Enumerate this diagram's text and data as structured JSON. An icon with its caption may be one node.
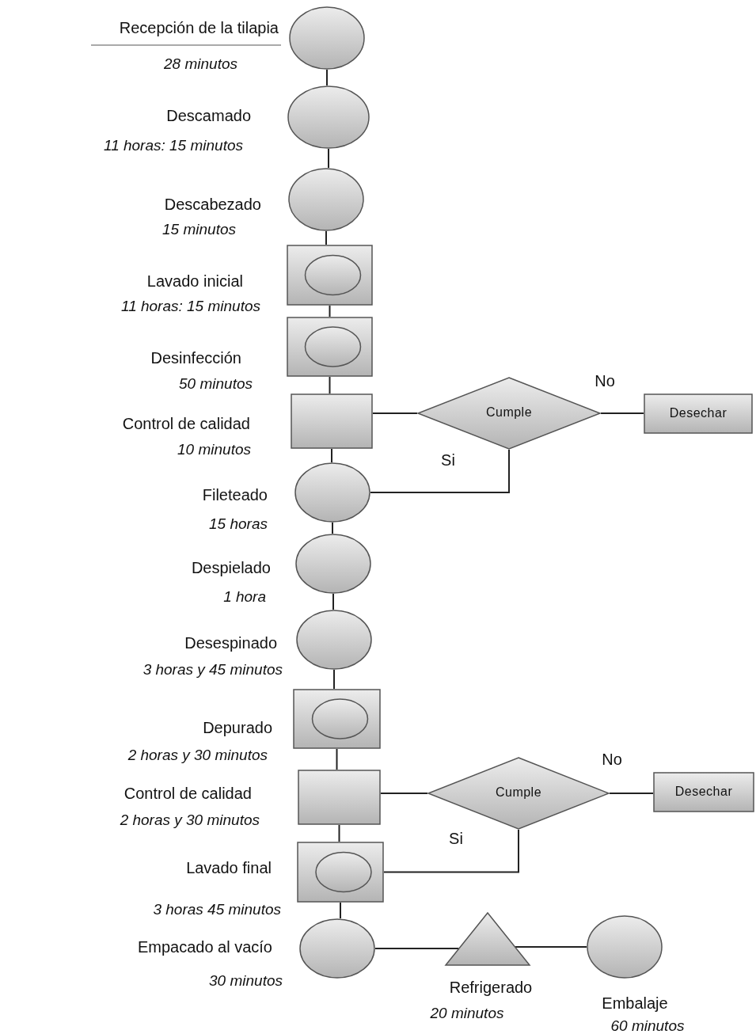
{
  "diagram": {
    "nodes": [
      {
        "text": [
          "Recepción de la tilapia"
        ],
        "beside": [
          "28 minutos"
        ]
      },
      {
        "text": [
          "Descamado"
        ],
        "beside": [
          "11 horas: 15 minutos"
        ]
      },
      {
        "text": [
          "Descabezado"
        ],
        "beside": [
          "15 minutos"
        ]
      },
      {
        "text": [
          "Lavado inicial"
        ],
        "beside": [
          "11 horas: 15 minutos"
        ]
      },
      {
        "text": [
          "Desinfección"
        ],
        "beside": [
          "50 minutos"
        ]
      },
      {
        "text": [
          "Control de calidad"
        ],
        "beside": [
          "10 minutos"
        ]
      },
      {
        "text": [
          "Cumple"
        ]
      },
      {
        "text": [
          "Desechar"
        ]
      },
      {
        "text": [
          "Fileteado"
        ],
        "beside": [
          "15 horas"
        ]
      },
      {
        "text": [
          "Despielado"
        ],
        "beside": [
          "1 hora"
        ]
      },
      {
        "text": [
          "Desespinado"
        ],
        "beside": [
          "3 horas y 45 minutos"
        ]
      },
      {
        "text": [
          "Depurado"
        ],
        "beside": [
          "2 horas y 30 minutos"
        ]
      },
      {
        "text": [
          "Control de calidad"
        ],
        "beside": [
          "2 horas y 30 minutos"
        ]
      },
      {
        "text": [
          "Cumple"
        ]
      },
      {
        "text": [
          "Desechar"
        ]
      },
      {
        "text": [
          "Lavado final"
        ],
        "beside": [
          "3 horas 45 minutos"
        ]
      },
      {
        "text": [
          "Empacado al vacío"
        ],
        "beside": [
          "30 minutos"
        ]
      },
      {
        "text": [
          "Refrigerado"
        ],
        "beside": [
          "20 minutos"
        ]
      },
      {
        "text": [
          "Embalaje"
        ],
        "beside": [
          "60 minutos"
        ]
      }
    ],
    "edges": [
      {
        "from": 0,
        "to": 1,
        "arrow": "none"
      },
      {
        "from": 1,
        "to": 2,
        "arrow": "none"
      },
      {
        "from": 2,
        "to": 3,
        "arrow": "none"
      },
      {
        "from": 3,
        "to": 4,
        "arrow": "none"
      },
      {
        "from": 4,
        "to": 5,
        "arrow": "none"
      },
      {
        "from": 5,
        "to": 6,
        "arrow": "none"
      },
      {
        "from": 6,
        "to": 7,
        "arrow": "none",
        "label": "No"
      },
      {
        "from": 6,
        "to": 8,
        "arrow": "none",
        "label": "Si"
      },
      {
        "from": 5,
        "to": 8,
        "arrow": "none"
      },
      {
        "from": 8,
        "to": 9,
        "arrow": "none"
      },
      {
        "from": 9,
        "to": 10,
        "arrow": "none"
      },
      {
        "from": 10,
        "to": 11,
        "arrow": "none"
      },
      {
        "from": 11,
        "to": 12,
        "arrow": "none"
      },
      {
        "from": 12,
        "to": 13,
        "arrow": "none"
      },
      {
        "from": 13,
        "to": 14,
        "arrow": "none",
        "label": "No"
      },
      {
        "from": 13,
        "to": 15,
        "arrow": "none",
        "label": "Si"
      },
      {
        "from": 12,
        "to": 15,
        "arrow": "none"
      },
      {
        "from": 15,
        "to": 16,
        "arrow": "none"
      },
      {
        "from": 16,
        "to": 17,
        "arrow": "none"
      },
      {
        "from": 17,
        "to": 18,
        "arrow": "none"
      }
    ]
  }
}
